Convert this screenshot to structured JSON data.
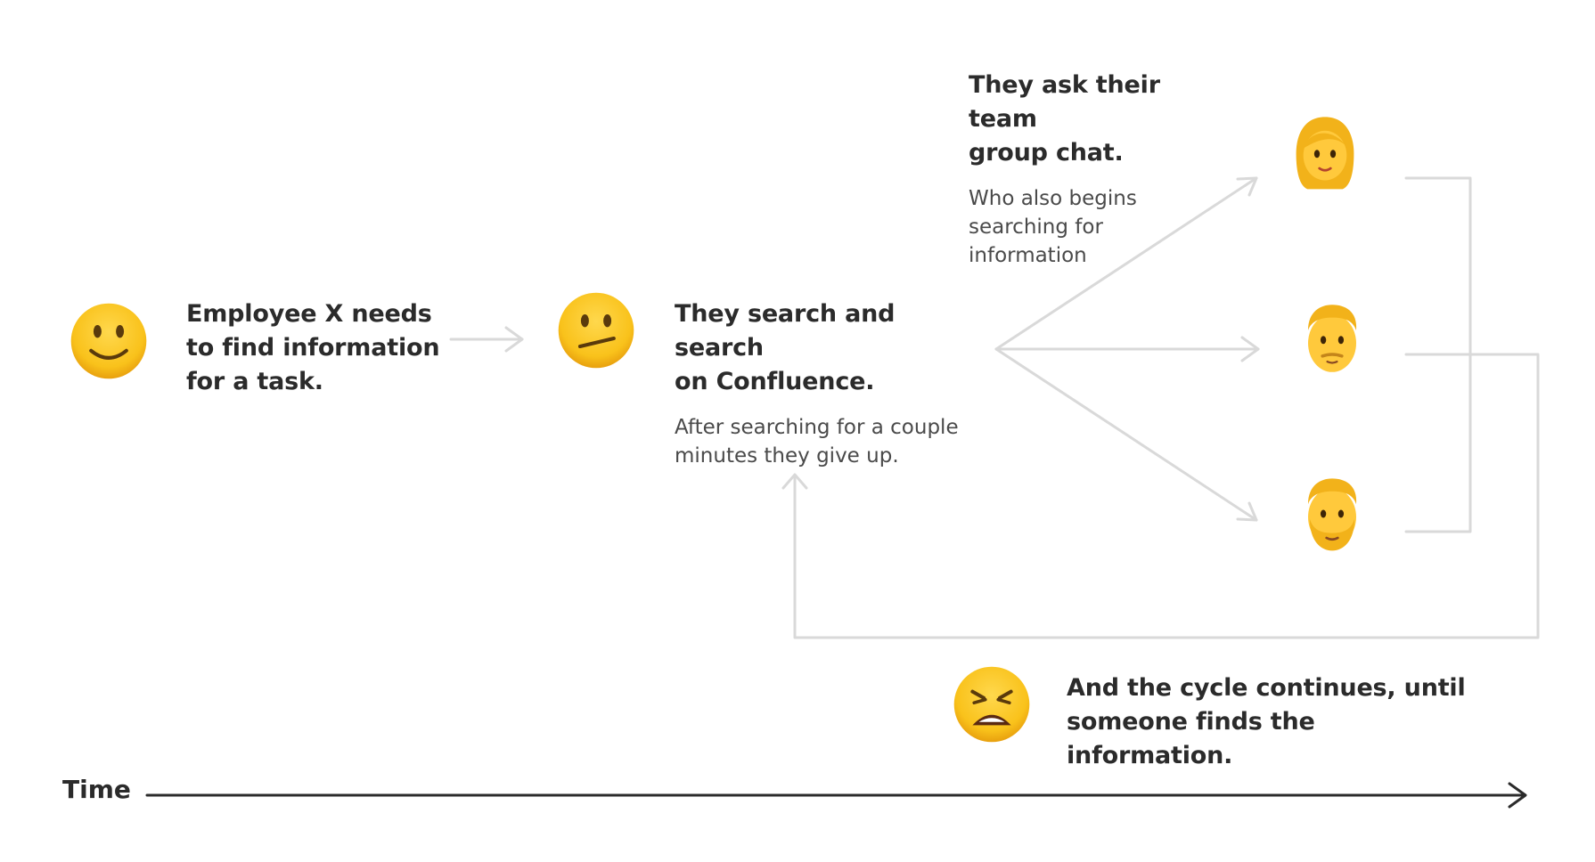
{
  "steps": {
    "employee": {
      "icon": "slightly-smiling-face-icon",
      "title": "Employee X needs\nto find information\nfor a task."
    },
    "search": {
      "icon": "confused-face-icon",
      "title": "They search and search\non Confluence.",
      "subtitle": "After searching for a couple\nminutes they give up."
    },
    "ask": {
      "title": "They ask their team\ngroup chat.",
      "subtitle": "Who also begins\nsearching for\ninformation"
    },
    "cycle": {
      "icon": "weary-face-icon",
      "title": "And the cycle continues, until\nsomeone finds the information."
    }
  },
  "team": [
    {
      "icon": "woman-icon"
    },
    {
      "icon": "man-icon"
    },
    {
      "icon": "bearded-man-icon"
    }
  ],
  "timeline": {
    "label": "Time"
  },
  "colors": {
    "connector": "#d9d9d9",
    "timeline": "#2b2b2b",
    "emoji_yellow": "#f7c325",
    "emoji_edge": "#e39d0f",
    "text": "#2b2b2b"
  }
}
